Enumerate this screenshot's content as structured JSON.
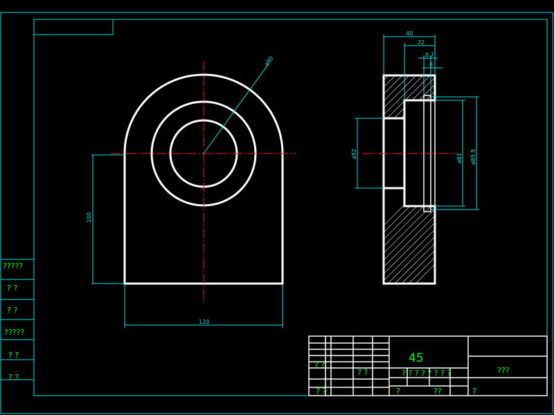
{
  "drawing": {
    "colors": {
      "background": "#000000",
      "frame": "#00e5e5",
      "outline": "#ffffff",
      "centerline": "#ff1a1a",
      "text": "#00ff00"
    },
    "front_view": {
      "dim_diameter": "ø80",
      "dim_height": "100",
      "dim_width": "120"
    },
    "side_view": {
      "dim_overall": "40",
      "dim_step": "22",
      "dim_groove": "8.7",
      "dim_groove_small": "8",
      "dim_bore": "ø52",
      "dim_recess": "ø81",
      "dim_groove_dia": "ø85.5"
    },
    "side_table": [
      "?????",
      "?  ?",
      "?  ?",
      "?????",
      "?  ?",
      "?  ?"
    ],
    "title_block": {
      "material": "45",
      "name": "???",
      "row_marks": "? ? ? ? ? ? ? ?",
      "bottom_marks_a": "?",
      "bottom_marks_b": "??",
      "bottom_marks_c": "?",
      "left_marks": [
        "? ?",
        "? ?",
        "? ?"
      ]
    }
  }
}
